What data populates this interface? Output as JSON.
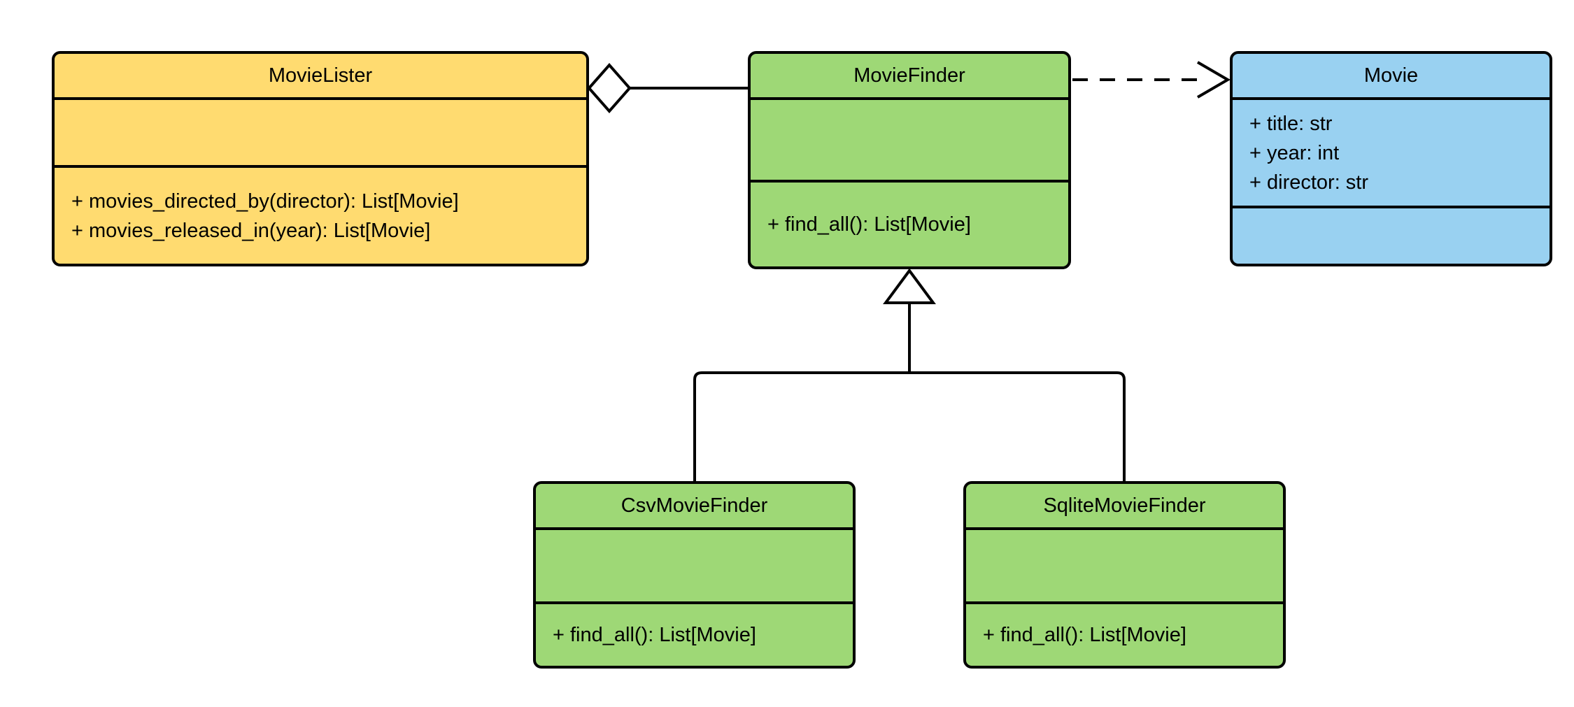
{
  "diagram": {
    "type": "uml-class-diagram",
    "background": "#ffffff",
    "line_color": "#000000",
    "marker_fill": "#ffffff",
    "classes": [
      {
        "name": "MovieLister",
        "color": "#FFDB70",
        "attributes": [],
        "methods": [
          "+ movies_directed_by(director): List[Movie]",
          "+ movies_released_in(year): List[Movie]"
        ]
      },
      {
        "name": "MovieFinder",
        "color": "#9ED876",
        "attributes": [],
        "methods": [
          "+ find_all(): List[Movie]"
        ]
      },
      {
        "name": "Movie",
        "color": "#99D1F1",
        "attributes": [
          "+ title: str",
          "+ year: int",
          "+ director: str"
        ],
        "methods": []
      },
      {
        "name": "CsvMovieFinder",
        "color": "#9ED876",
        "attributes": [],
        "methods": [
          "+ find_all(): List[Movie]"
        ]
      },
      {
        "name": "SqliteMovieFinder",
        "color": "#9ED876",
        "attributes": [],
        "methods": [
          "+ find_all(): List[Movie]"
        ]
      }
    ],
    "relationships": [
      {
        "type": "aggregation",
        "owner": "MovieLister",
        "part": "MovieFinder",
        "marker": "hollow-diamond",
        "line": "solid"
      },
      {
        "type": "dependency",
        "from": "MovieFinder",
        "to": "Movie",
        "marker": "open-arrow",
        "line": "dashed"
      },
      {
        "type": "inheritance",
        "child": "CsvMovieFinder",
        "parent": "MovieFinder",
        "marker": "hollow-triangle",
        "line": "solid"
      },
      {
        "type": "inheritance",
        "child": "SqliteMovieFinder",
        "parent": "MovieFinder",
        "marker": "hollow-triangle",
        "line": "solid"
      }
    ]
  }
}
